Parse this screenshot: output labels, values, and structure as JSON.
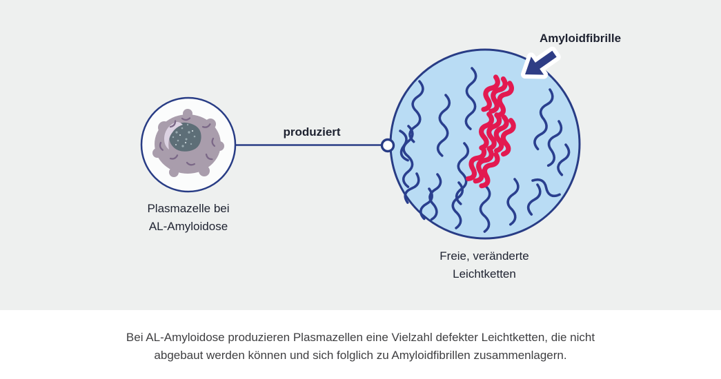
{
  "diagram": {
    "connector_label": "produziert",
    "fibril_label": "Amyloidfibrille",
    "plasma_cell_label_line1": "Plasmazelle bei",
    "plasma_cell_label_line2": "AL-Amyloidose",
    "light_chains_label_line1": "Freie, veränderte",
    "light_chains_label_line2": "Leichtketten"
  },
  "caption": {
    "line1": "Bei AL-Amyloidose produzieren Plasmazellen eine Vielzahl defekter Leichtketten, die nicht",
    "line2": "abgebaut werden können und sich folglich zu Amyloidfibrillen zusammenlagern."
  },
  "icons": {
    "arrow_icon": "thick navy arrow with white outline pointing down-left at the amyloid fibril",
    "connector_dot": "small white circle with navy ring where the connector meets the big circle"
  },
  "colors": {
    "background_gray": "#eef0ef",
    "background_white": "#ffffff",
    "navy": "#283c85",
    "light_blue": "#b9dcf4",
    "fibril_red": "#e31950",
    "cell_body": "#a99dac",
    "cell_nucleus": "#5d6e77",
    "cell_highlight": "#dcd2e2",
    "cell_marks": "#7b6887",
    "label_text": "#1e2230",
    "caption_text": "#3e3e40"
  }
}
